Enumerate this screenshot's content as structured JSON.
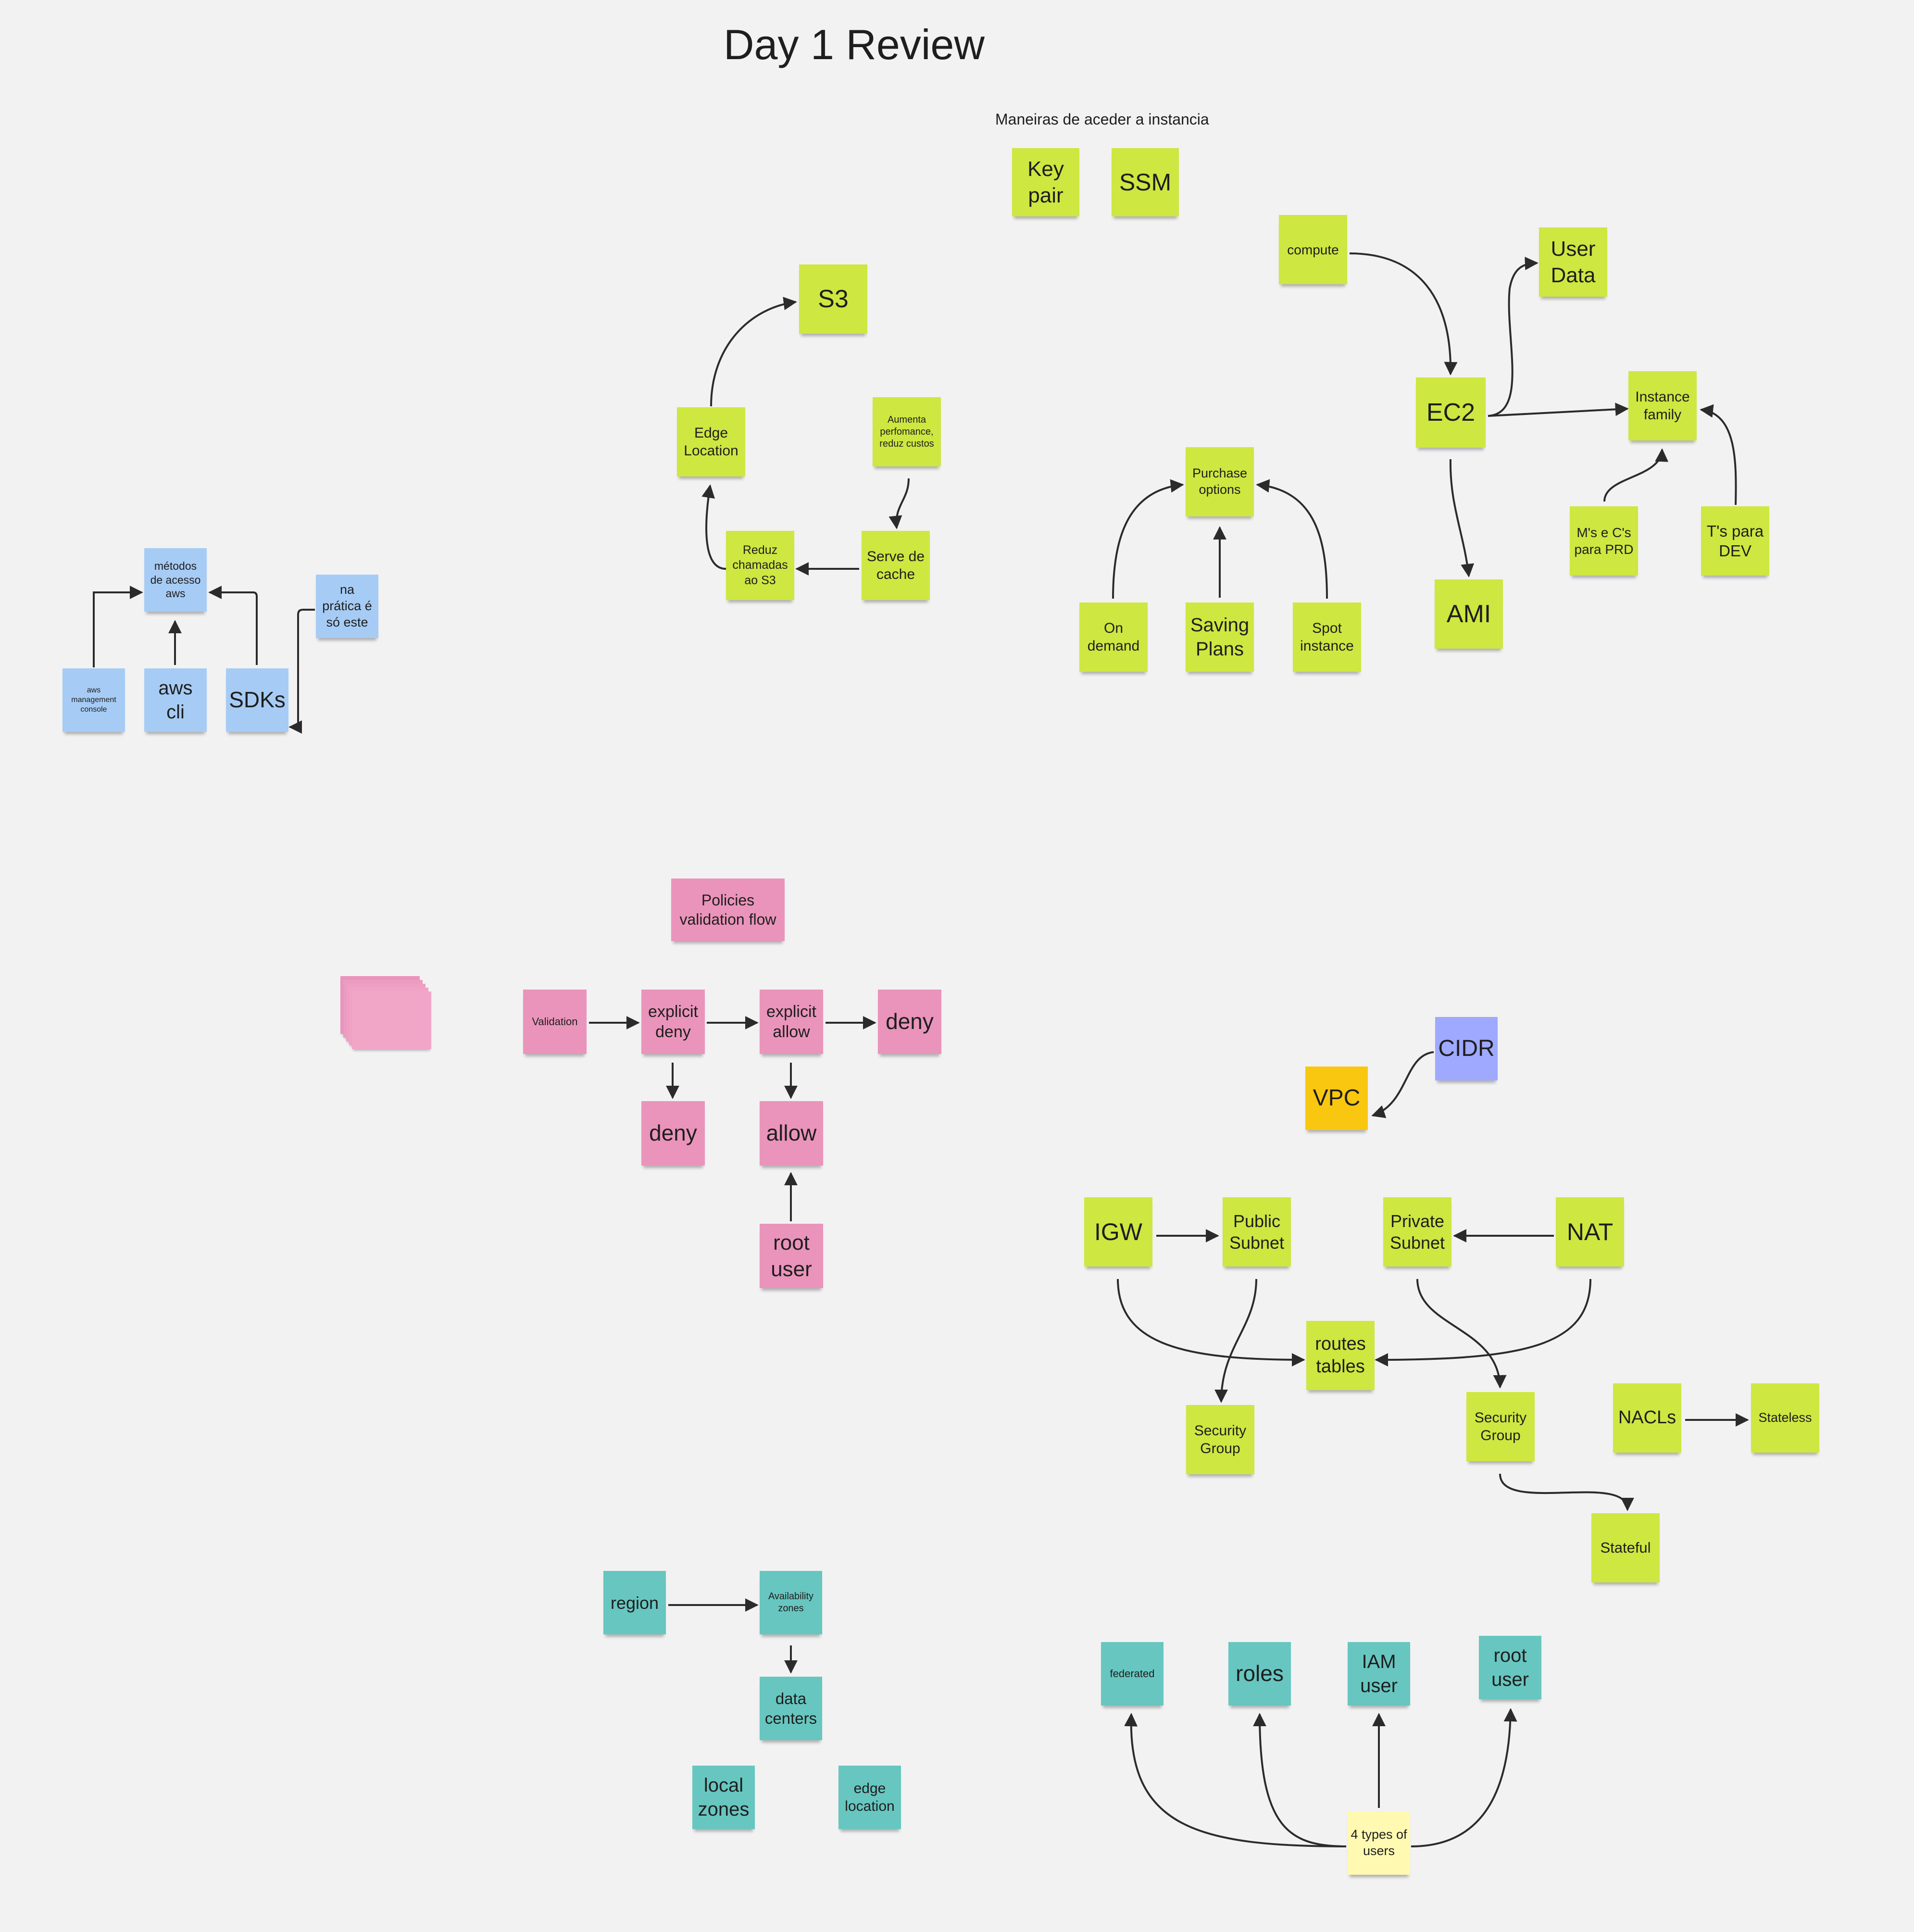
{
  "board": {
    "title": "Day 1 Review",
    "access_caption": "Maneiras de aceder a instancia"
  },
  "palette": {
    "green": "#cee741",
    "blue": "#a6ccf5",
    "pink": "#ea94bb",
    "teal": "#67c6c0",
    "yellow": "#fac710",
    "violet": "#9ea9ff",
    "light_yellow": "#fff9b1",
    "connector": "#2b2b2b",
    "background": "#f2f2f2"
  },
  "notes": {
    "key_pair": "Key pair",
    "ssm": "SSM",
    "s3": "S3",
    "edge_location": "Edge Location",
    "aumenta": "Aumenta perfomance, reduz custos",
    "serve_cache": "Serve de cache",
    "reduz_chamadas": "Reduz chamadas ao S3",
    "compute": "compute",
    "user_data": "User Data",
    "ec2": "EC2",
    "instance_family": "Instance family",
    "purchase_options": "Purchase options",
    "on_demand": "On demand",
    "saving_plans": "Saving Plans",
    "spot_instance": "Spot instance",
    "ami": "AMI",
    "ms_cs": "M's e C's para PRD",
    "ts_dev": "T's para DEV",
    "metodos": "métodos de acesso aws",
    "na_pratica": "na prática é só este",
    "aws_console": "aws management console",
    "aws_cli": "aws cli",
    "sdks": "SDKs",
    "policies_flow": "Policies validation flow",
    "validation": "Validation",
    "explicit_deny": "explicit deny",
    "explicit_allow": "explicit allow",
    "deny_right": "deny",
    "deny_bottom": "deny",
    "allow": "allow",
    "root_user_pink": "root user",
    "cidr": "CIDR",
    "vpc": "VPC",
    "igw": "IGW",
    "public_subnet": "Public Subnet",
    "private_subnet": "Private Subnet",
    "nat": "NAT",
    "routes_tables": "routes tables",
    "security_group_left": "Security Group",
    "security_group_right": "Security Group",
    "nacls": "NACLs",
    "stateless": "Stateless",
    "stateful": "Stateful",
    "region": "region",
    "availability_zones": "Availability zones",
    "data_centers": "data centers",
    "local_zones": "local zones",
    "edge_location_teal": "edge location",
    "federated": "federated",
    "roles": "roles",
    "iam_user": "IAM user",
    "root_user_teal": "root user",
    "four_types": "4 types of users"
  }
}
